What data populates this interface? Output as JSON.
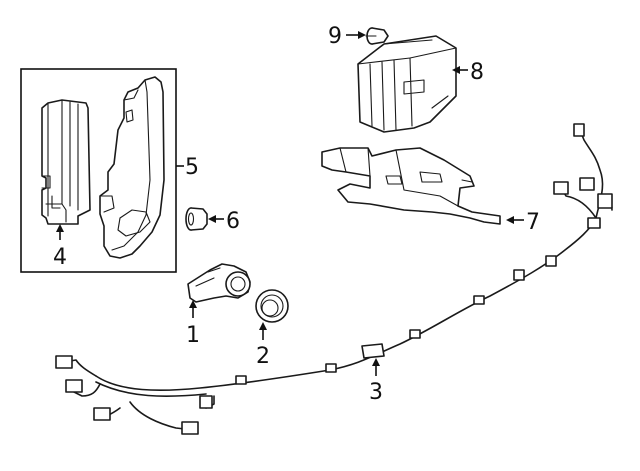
{
  "diagram": {
    "callouts": {
      "c1": "1",
      "c2": "2",
      "c3": "3",
      "c4": "4",
      "c5": "5",
      "c6": "6",
      "c7": "7",
      "c8": "8",
      "c9": "9"
    },
    "colors": {
      "line": "#1a1a1a",
      "background": "#ffffff"
    }
  }
}
